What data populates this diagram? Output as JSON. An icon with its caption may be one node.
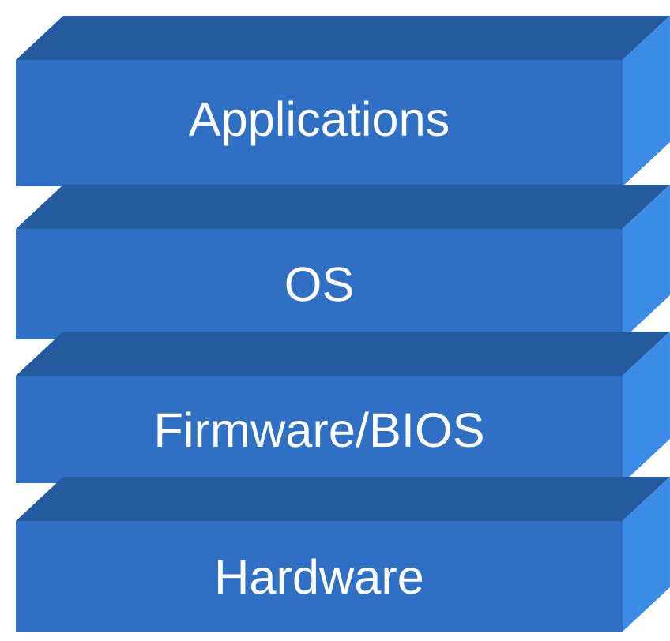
{
  "diagram": {
    "nodes": [
      {
        "text": [
          "Applications"
        ]
      },
      {
        "text": [
          "OS"
        ]
      },
      {
        "text": [
          "Firmware/BIOS"
        ]
      },
      {
        "text": [
          "Hardware"
        ]
      }
    ]
  }
}
